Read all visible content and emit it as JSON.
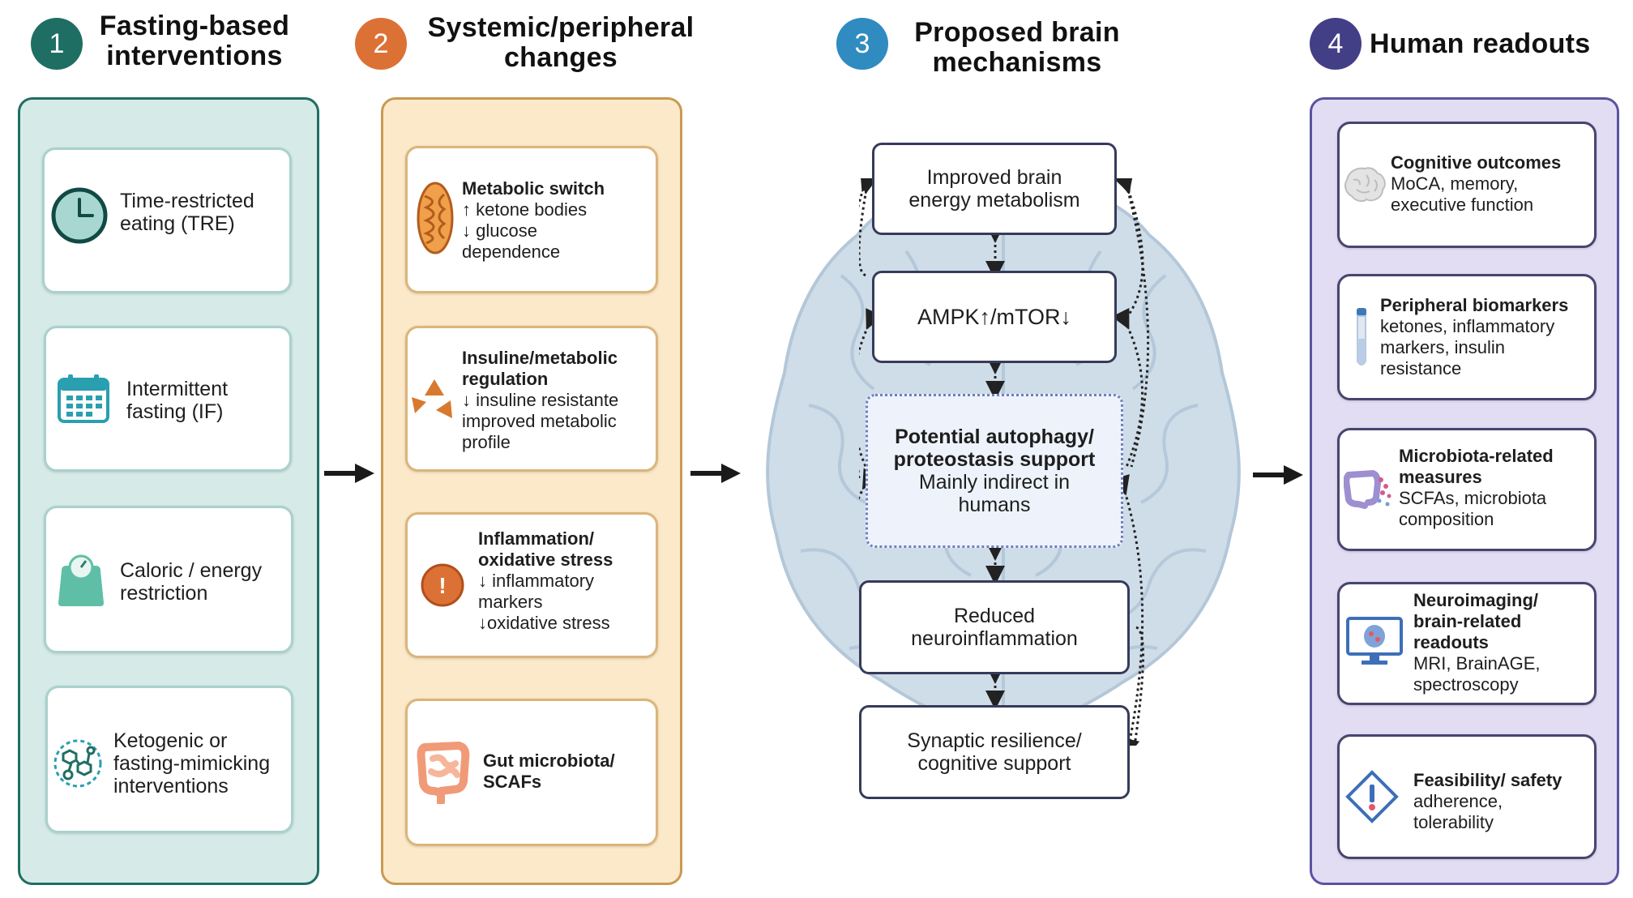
{
  "headers": [
    {
      "num": "1",
      "lines": [
        "Fasting-based",
        "interventions"
      ],
      "color": "#1f6e63"
    },
    {
      "num": "2",
      "lines": [
        "Systemic/peripheral",
        "changes"
      ],
      "color": "#dc7136"
    },
    {
      "num": "3",
      "lines": [
        "Proposed brain",
        "mechanisms"
      ],
      "color": "#2f8bc0"
    },
    {
      "num": "4",
      "lines": [
        "Human readouts"
      ],
      "color": "#433f86"
    }
  ],
  "col1": {
    "cards": [
      {
        "icon": "clock-icon",
        "lines": [
          "Time-restricted",
          "eating (TRE)"
        ]
      },
      {
        "icon": "calendar-icon",
        "lines": [
          "Intermittent",
          "fasting (IF)"
        ]
      },
      {
        "icon": "scale-icon",
        "lines": [
          "Caloric / energy",
          "restriction"
        ]
      },
      {
        "icon": "molecule-icon",
        "lines": [
          "Ketogenic or",
          "fasting-mimicking",
          "interventions"
        ]
      }
    ]
  },
  "col2": {
    "cards": [
      {
        "icon": "mitochondria-icon",
        "title": [
          "Metabolic switch"
        ],
        "lines": [
          "↑ ketone bodies",
          "↓ glucose",
          "dependence"
        ]
      },
      {
        "icon": "triangles-icon",
        "title": [
          "Insuline/metabolic",
          "regulation"
        ],
        "lines": [
          "↓ insuline resistante",
          "improved metabolic",
          "profile"
        ]
      },
      {
        "icon": "alert-icon",
        "title": [
          "Inflammation/",
          "oxidative stress"
        ],
        "lines": [
          "↓ inflammatory",
          "markers",
          "↓oxidative stress"
        ]
      },
      {
        "icon": "intestine-icon",
        "title": [
          "Gut microbiota/",
          "SCAFs"
        ],
        "lines": []
      }
    ]
  },
  "col3": {
    "boxes": [
      {
        "lines": [
          "Improved brain",
          "energy metabolism"
        ]
      },
      {
        "lines": [
          "AMPK↑/mTOR↓"
        ]
      },
      {
        "title": [
          "Potential autophagy/",
          "proteostasis support"
        ],
        "lines": [
          "Mainly indirect in",
          "humans"
        ]
      },
      {
        "lines": [
          "Reduced",
          "neuroinflammation"
        ]
      },
      {
        "lines": [
          "Synaptic resilience/",
          "cognitive support"
        ]
      }
    ]
  },
  "col4": {
    "cards": [
      {
        "icon": "brain-icon",
        "title": [
          "Cognitive outcomes"
        ],
        "lines": [
          "MoCA, memory,",
          "executive function"
        ]
      },
      {
        "icon": "test-tube-icon",
        "title": [
          "Peripheral biomarkers"
        ],
        "lines": [
          "ketones, inflammatory",
          "markers, insulin",
          "resistance"
        ]
      },
      {
        "icon": "microbiota-icon",
        "title": [
          "Microbiota-related",
          "measures"
        ],
        "lines": [
          "SCFAs, microbiota",
          "composition"
        ]
      },
      {
        "icon": "monitor-brain-icon",
        "title": [
          "Neuroimaging/",
          "brain-related",
          "readouts"
        ],
        "lines": [
          "MRI, BrainAGE,",
          "spectroscopy"
        ]
      },
      {
        "icon": "warning-diamond-icon",
        "title": [
          "Feasibility/ safety"
        ],
        "lines": [
          "adherence,",
          "tolerability"
        ]
      }
    ]
  },
  "colors": {
    "col1_bg": "#d6ebe8",
    "col1_border": "#1f6e63",
    "col2_bg": "#fbe9c9",
    "col2_border": "#c99a52",
    "col4_bg": "#e2ddf3",
    "col4_border": "#5a54a0",
    "brain": "#cfdde9"
  }
}
